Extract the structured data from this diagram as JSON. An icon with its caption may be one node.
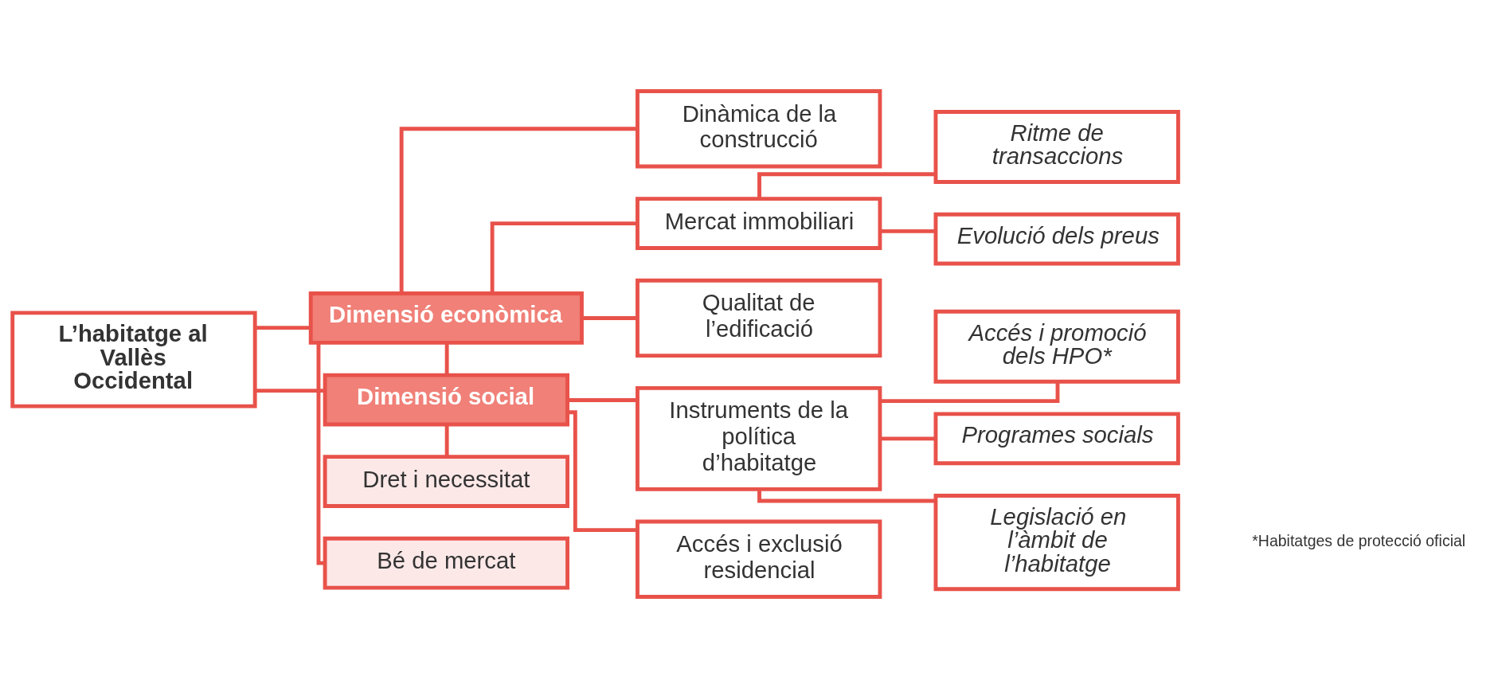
{
  "diagram": {
    "nodes": [
      {
        "text": [
          "L’habitatge al Vallès Occidental"
        ]
      },
      {
        "text": [
          "Bé de mercat"
        ]
      },
      {
        "text": [
          "Dimensió econòmica"
        ]
      },
      {
        "text": [
          "Dinàmica de la construcció"
        ]
      },
      {
        "text": [
          "Mercat immobiliari"
        ]
      },
      {
        "text": [
          "Ritme de transaccions"
        ]
      },
      {
        "text": [
          "Evolució dels preus"
        ]
      },
      {
        "text": [
          "Qualitat de l’edificació"
        ]
      },
      {
        "text": [
          "Dimensió social"
        ]
      },
      {
        "text": [
          "Instruments de la política d’habitatge"
        ]
      },
      {
        "text": [
          "Accés i promoció dels HPO*"
        ]
      },
      {
        "text": [
          "Programes socials"
        ]
      },
      {
        "text": [
          "Legislació en l’àmbit de l’habitatge"
        ]
      },
      {
        "text": [
          "Accés i exclusió residencial"
        ]
      },
      {
        "text": [
          "Dret i necessitat"
        ]
      }
    ],
    "edges": [
      {
        "from": 0,
        "to": 2,
        "arrow": "none"
      },
      {
        "from": 0,
        "to": 8,
        "arrow": "none"
      },
      {
        "from": 2,
        "to": 1,
        "arrow": "none"
      },
      {
        "from": 2,
        "to": 3,
        "arrow": "none"
      },
      {
        "from": 2,
        "to": 4,
        "arrow": "none"
      },
      {
        "from": 4,
        "to": 5,
        "arrow": "none"
      },
      {
        "from": 4,
        "to": 6,
        "arrow": "none"
      },
      {
        "from": 2,
        "to": 8,
        "arrow": "none"
      },
      {
        "from": 2,
        "to": 7,
        "arrow": "none"
      },
      {
        "from": 8,
        "to": 9,
        "arrow": "none"
      },
      {
        "from": 8,
        "to": 13,
        "arrow": "none"
      },
      {
        "from": 9,
        "to": 10,
        "arrow": "none"
      },
      {
        "from": 9,
        "to": 11,
        "arrow": "none"
      },
      {
        "from": 9,
        "to": 12,
        "arrow": "none"
      },
      {
        "from": 8,
        "to": 14,
        "arrow": "none"
      }
    ],
    "labels": [
      "*Habitatges de protecció oficial"
    ]
  }
}
